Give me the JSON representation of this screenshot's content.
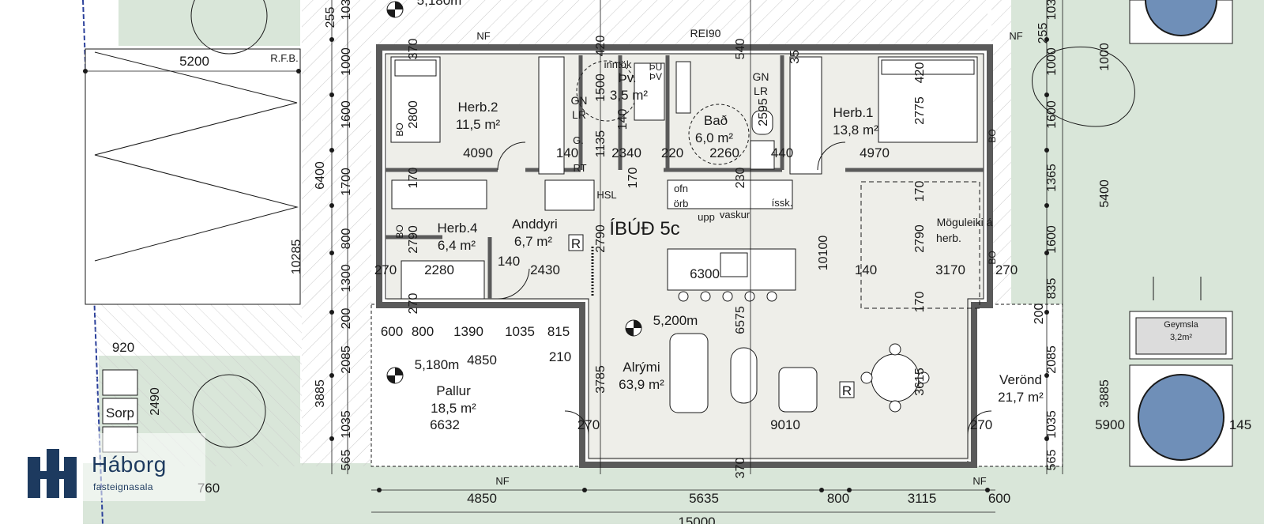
{
  "colors": {
    "background": "#ffffff",
    "green": "#d9e6d9",
    "interior": "#eeeee9",
    "wall": "#5a5a5a",
    "line": "#1a1a1a",
    "pool": "#6f8fb8",
    "brand": "#1d3a5f"
  },
  "brand": {
    "name": "Háborg",
    "subtitle": "fasteignasala",
    "logo_icon": "building-h-icon"
  },
  "unit_title": "ÍBÚÐ 5c",
  "rooms": [
    {
      "name": "Herb.2",
      "area": "11,5 m²"
    },
    {
      "name": "Herb.1",
      "area": "13,8 m²"
    },
    {
      "name": "Bað",
      "area": "6,0 m²"
    },
    {
      "name": "Þv.",
      "area": "3,5 m²"
    },
    {
      "name": "Herb.4",
      "area": "6,4 m²"
    },
    {
      "name": "Anddyri",
      "area": "6,7 m²"
    },
    {
      "name": "Alrými",
      "area": "63,9 m²"
    },
    {
      "name": "Pallur",
      "area": "18,5 m²"
    },
    {
      "name": "Verönd",
      "area": "21,7 m²"
    },
    {
      "name": "Geymsla",
      "area": "3,2m²"
    }
  ],
  "labels": {
    "moguleiki_1": "Möguleiki á",
    "moguleiki_2": "herb.",
    "inntok": "inntök",
    "sorp": "Sorp",
    "rfb": "R.F.B.",
    "rei90": "REI90",
    "nf": "NF",
    "bo": "BO",
    "gn": "GN",
    "lr": "LR",
    "g": "G.",
    "rt": "RT",
    "hsl": "HSL",
    "ofn": "ofn",
    "orb": "örb",
    "upp": "upp",
    "vaskur": "vaskur",
    "issk": "íssk.",
    "r": "R",
    "pu": "ÞU",
    "pv": "ÞV",
    "pallur_code": "6632"
  },
  "levels": {
    "top": "5,180m",
    "pallur": "5,180m",
    "alrymi": "5,200m"
  },
  "dims_horizontal": {
    "d5200": "5200",
    "d4090": "4090",
    "d140a": "140",
    "d2340": "2340",
    "d220": "220",
    "d2260": "2260",
    "d440": "440",
    "d4970": "4970",
    "d270a": "270",
    "d2280": "2280",
    "d140b": "140",
    "d2430": "2430",
    "d6300": "6300",
    "d140c": "140",
    "d3170": "3170",
    "d270b": "270",
    "d600a": "600",
    "d800a": "800",
    "d1390": "1390",
    "d1035a": "1035",
    "d815": "815",
    "d4850a": "4850",
    "d210": "210",
    "d920": "920",
    "d270c": "270",
    "d9010": "9010",
    "d270d": "270",
    "d5900": "5900",
    "d145": "145",
    "d760": "760",
    "d4850b": "4850",
    "d5635": "5635",
    "d800b": "800",
    "d3115": "3115",
    "d600b": "600",
    "d15000": "15000"
  },
  "dims_vertical": {
    "v255a": "255",
    "v103a": "103",
    "v1000a": "1000",
    "v1600a": "1600",
    "v1700": "1700",
    "v800": "800",
    "v1300": "1300",
    "v200a": "200",
    "v2085a": "2085",
    "v1035a": "1035",
    "v565a": "565",
    "v6400": "6400",
    "v10285": "10285",
    "v3885a": "3885",
    "v2490": "2490",
    "v370a": "370",
    "v2800": "2800",
    "v170a": "170",
    "v2790a": "2790",
    "v270": "270",
    "v420a": "420",
    "v540": "540",
    "v1500": "1500",
    "v140": "140",
    "v1135": "1135",
    "v170b": "170",
    "v2790b": "2790",
    "v3785": "3785",
    "v35": "35",
    "v2595": "2595",
    "v230": "230",
    "v10100": "10100",
    "v6575": "6575",
    "v370b": "370",
    "v420b": "420",
    "v2775": "2775",
    "v170c": "170",
    "v2790c": "2790",
    "v170d": "170",
    "v3615": "3615",
    "v103b": "103",
    "v255b": "255",
    "v1000b": "1000",
    "v1600b": "1600",
    "v1365": "1365",
    "v1600c": "1600",
    "v835": "835",
    "v200b": "200",
    "v2085b": "2085",
    "v1035b": "1035",
    "v565b": "565",
    "v5400": "5400",
    "v1000c": "1000",
    "v3885b": "3885"
  }
}
